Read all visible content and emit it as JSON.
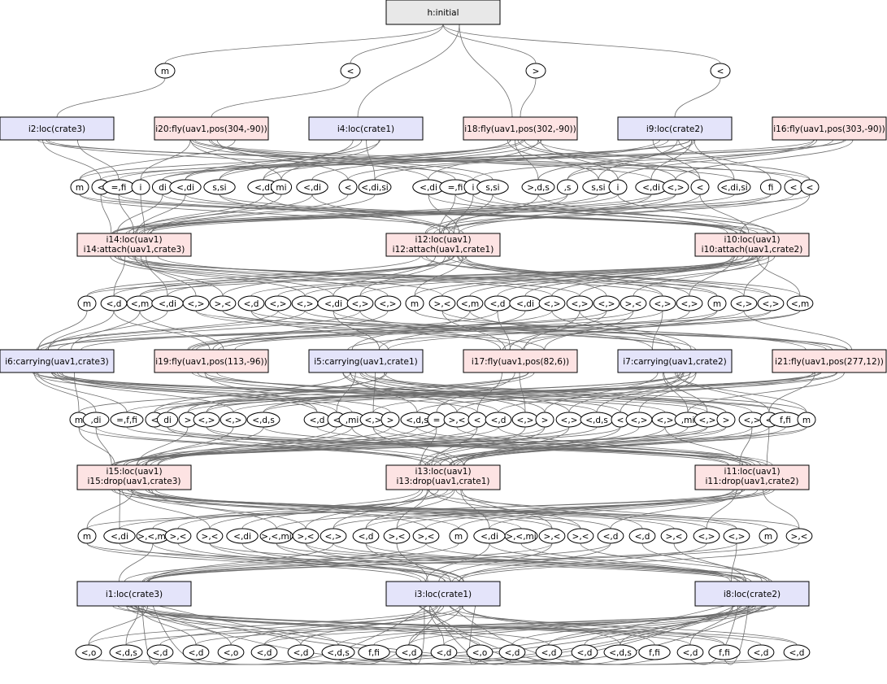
{
  "diagram": {
    "root": {
      "id": "h",
      "label": "h:initial"
    },
    "layers": [
      {
        "nodes": [
          {
            "id": "i2",
            "lines": [
              "i2:loc(crate3)"
            ],
            "kind": "state"
          },
          {
            "id": "i20",
            "lines": [
              "i20:fly(uav1,pos(304,-90))"
            ],
            "kind": "action"
          },
          {
            "id": "i4",
            "lines": [
              "i4:loc(crate1)"
            ],
            "kind": "state"
          },
          {
            "id": "i18",
            "lines": [
              "i18:fly(uav1,pos(302,-90))"
            ],
            "kind": "action"
          },
          {
            "id": "i9",
            "lines": [
              "i9:loc(crate2)"
            ],
            "kind": "state"
          },
          {
            "id": "i16",
            "lines": [
              "i16:fly(uav1,pos(303,-90))"
            ],
            "kind": "action"
          }
        ]
      },
      {
        "nodes": [
          {
            "id": "i14",
            "lines": [
              "i14:loc(uav1)",
              "i14:attach(uav1,crate3)"
            ],
            "kind": "action"
          },
          {
            "id": "i12",
            "lines": [
              "i12:loc(uav1)",
              "i12:attach(uav1,crate1)"
            ],
            "kind": "action"
          },
          {
            "id": "i10",
            "lines": [
              "i10:loc(uav1)",
              "i10:attach(uav1,crate2)"
            ],
            "kind": "action"
          }
        ]
      },
      {
        "nodes": [
          {
            "id": "i6",
            "lines": [
              "i6:carrying(uav1,crate3)"
            ],
            "kind": "state"
          },
          {
            "id": "i19",
            "lines": [
              "i19:fly(uav1,pos(113,-96))"
            ],
            "kind": "action"
          },
          {
            "id": "i5",
            "lines": [
              "i5:carrying(uav1,crate1)"
            ],
            "kind": "state"
          },
          {
            "id": "i17",
            "lines": [
              "i17:fly(uav1,pos(82,6))"
            ],
            "kind": "action"
          },
          {
            "id": "i7",
            "lines": [
              "i7:carrying(uav1,crate2)"
            ],
            "kind": "state"
          },
          {
            "id": "i21",
            "lines": [
              "i21:fly(uav1,pos(277,12))"
            ],
            "kind": "action"
          }
        ]
      },
      {
        "nodes": [
          {
            "id": "i15",
            "lines": [
              "i15:loc(uav1)",
              "i15:drop(uav1,crate3)"
            ],
            "kind": "action"
          },
          {
            "id": "i13",
            "lines": [
              "i13:loc(uav1)",
              "i13:drop(uav1,crate1)"
            ],
            "kind": "action"
          },
          {
            "id": "i11",
            "lines": [
              "i11:loc(uav1)",
              "i11:drop(uav1,crate2)"
            ],
            "kind": "action"
          }
        ]
      },
      {
        "nodes": [
          {
            "id": "i1",
            "lines": [
              "i1:loc(crate3)"
            ],
            "kind": "state"
          },
          {
            "id": "i3",
            "lines": [
              "i3:loc(crate1)"
            ],
            "kind": "state"
          },
          {
            "id": "i8",
            "lines": [
              "i8:loc(crate2)"
            ],
            "kind": "state"
          }
        ]
      }
    ],
    "relation_rows": [
      [
        "m",
        "<",
        ">",
        "<"
      ],
      [
        "m",
        "<",
        "=,fi",
        "i",
        "di",
        "<,di",
        "s,si",
        "<,di",
        "mi",
        "<,di",
        "<",
        "<,di,si",
        "<,di",
        "=,fi",
        "i",
        "s,si",
        ">,d,s",
        ",s",
        "s,si",
        "i",
        "<,di",
        "<,>",
        "<",
        "<,di,si",
        "fi",
        "<",
        "<"
      ],
      [
        "m",
        "<,d",
        "<,m",
        "<,di",
        "<,>",
        ">,<",
        "<,d",
        "<,>",
        "<,>",
        "<,di",
        "<,>",
        "<,>",
        "m",
        ">,<",
        "<,m",
        "<,d",
        "<,di",
        "<,>",
        "<,>",
        "<,>",
        ">,<",
        "<,>",
        "<,>",
        "m",
        "<,>",
        "<,>",
        "<,m"
      ],
      [
        "m",
        ",di",
        "=,f,fi",
        "<",
        "di",
        ">",
        "<,>",
        "<,>",
        "<,d,s",
        "<,d",
        "<",
        ",mi",
        "<,>",
        ">",
        "<,d,s",
        "=",
        ">,<",
        "<",
        "<,d",
        "<,>",
        ">",
        "<,>",
        "<,d,s",
        "<",
        "<,>",
        "<,>",
        ",mi",
        "<,>",
        ">",
        "<,>",
        "<",
        "f,fi",
        "m"
      ],
      [
        "m",
        "<,di",
        ">,<,mi",
        ">,<",
        ">,<",
        "<,di",
        ">,<,mi",
        ">,<",
        "<,>",
        "<,d",
        ">,<",
        ">,<",
        "m",
        "<,di",
        ">,<,mi",
        ">,<",
        ">,<",
        "<,d",
        "<,d",
        ">,<",
        "<,>",
        "<,>",
        "m",
        ">,<"
      ],
      [
        "<,o",
        "<,d,s",
        "<,d",
        "<,d",
        "<,o",
        "<,d",
        "<,d",
        "<,d,s",
        "f,fi",
        "<,d",
        "<,d",
        "<,o",
        "<,d",
        "<,d",
        "<,d",
        "<,d,s",
        "f,fi",
        "<,d",
        "f,fi",
        "<,d",
        "<,d"
      ]
    ],
    "colors": {
      "state_fill": "#e4e4fa",
      "action_fill": "#fde3e3",
      "root_fill": "#e8e8e8",
      "edge": "#6e6e6e"
    }
  }
}
